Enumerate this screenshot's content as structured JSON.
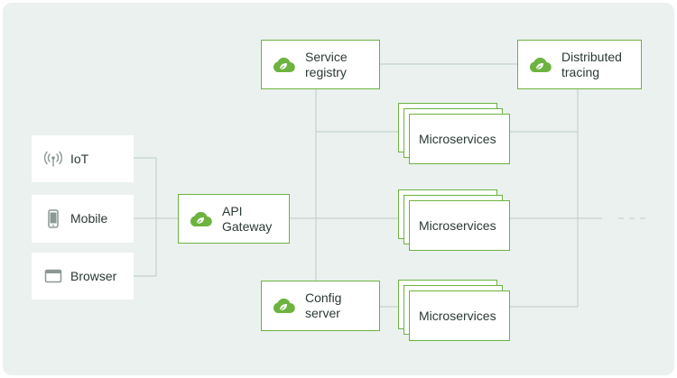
{
  "colors": {
    "accent": "#6db33f",
    "background": "#ebf1ef",
    "lines": "#c4d2cc",
    "text": "#2b3a33"
  },
  "clients": [
    {
      "label": "IoT",
      "icon": "iot-signal-icon"
    },
    {
      "label": "Mobile",
      "icon": "mobile-phone-icon"
    },
    {
      "label": "Browser",
      "icon": "browser-window-icon"
    }
  ],
  "gateway": {
    "line1": "API",
    "line2": "Gateway",
    "icon": "spring-leaf-icon"
  },
  "service_registry": {
    "line1": "Service",
    "line2": "registry",
    "icon": "spring-leaf-icon"
  },
  "config_server": {
    "line1": "Config",
    "line2": "server",
    "icon": "spring-leaf-icon"
  },
  "distributed_tracing": {
    "line1": "Distributed",
    "line2": "tracing",
    "icon": "spring-leaf-icon"
  },
  "microservices": [
    {
      "label": "Microservices"
    },
    {
      "label": "Microservices"
    },
    {
      "label": "Microservices"
    }
  ]
}
